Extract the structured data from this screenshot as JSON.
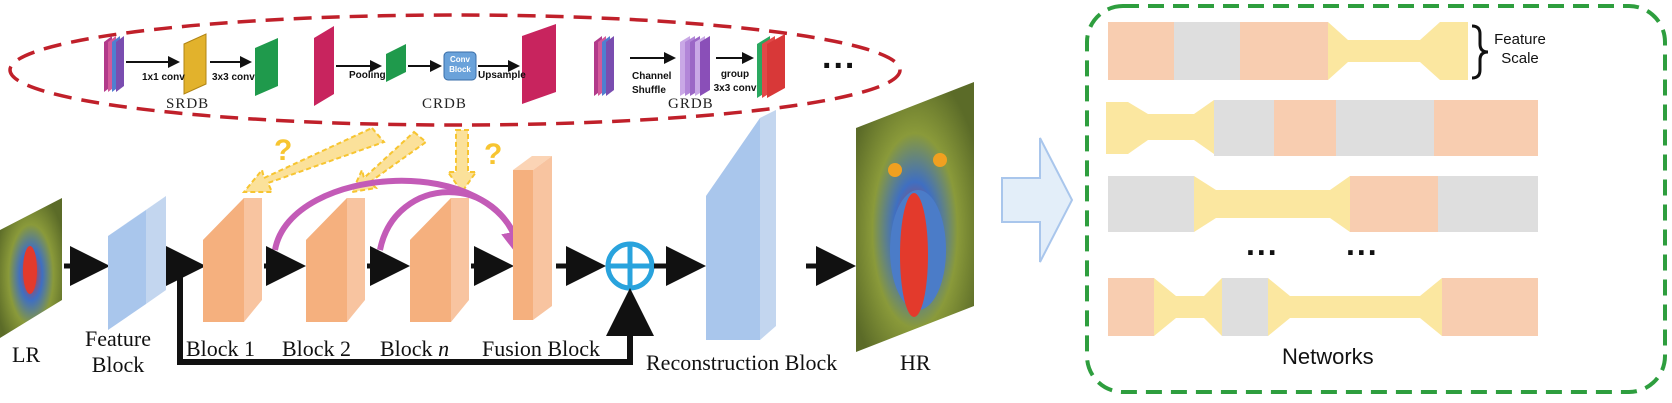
{
  "title_labels": {
    "lr": "LR",
    "feature_block": "Feature\nBlock",
    "block1": "Block 1",
    "block2": "Block 2",
    "blockn_text": "Block ",
    "blockn_var": "n",
    "fusion_block": "Fusion Block",
    "reconstruction_block": "Reconstruction Block",
    "hr": "HR",
    "networks": "Networks",
    "feature_scale": "Feature\nScale",
    "question_mark": "?",
    "ellipsis": "..."
  },
  "module_labels": {
    "srdb": "SRDB",
    "crdb": "CRDB",
    "grdb": "GRDB",
    "conv1x1": "1x1 conv",
    "conv3x3": "3x3 conv",
    "pooling": "Pooling",
    "conv_block": "Conv\nBlock",
    "upsample": "Upsample",
    "channel_shuffle": "Channel\nShuffle",
    "group_conv": "group\n3x3 conv"
  },
  "colors": {
    "dashed_red": "#c0202a",
    "dashed_green": "#2e9e3e",
    "block_orange": "#f5b07e",
    "block_blue": "#a9c6ec",
    "arrow_yellow": "#f7c531",
    "arrow_magenta": "#c35bb7",
    "plus_blue": "#29a3dd",
    "net_orange": "#f8cdb0",
    "net_gray": "#dedede",
    "net_yellow": "#fbe7a0"
  }
}
